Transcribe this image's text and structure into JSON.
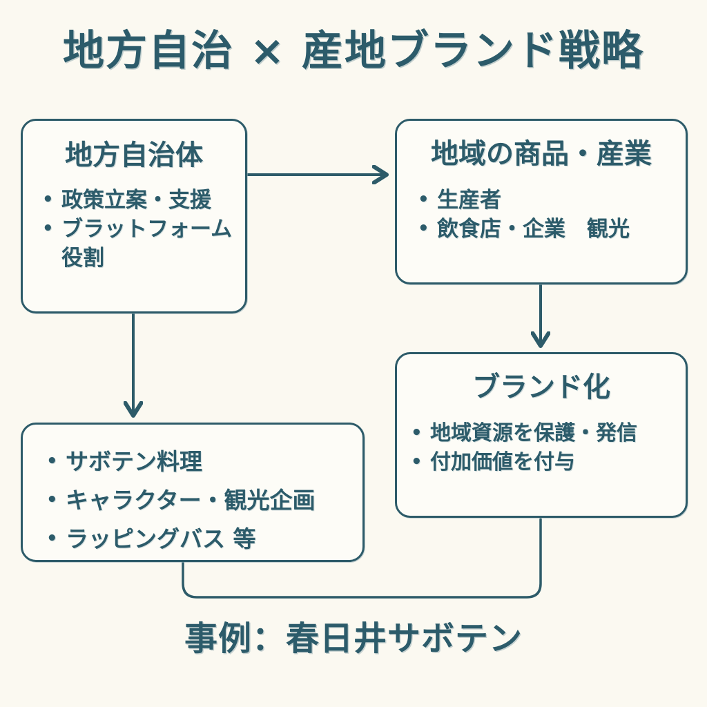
{
  "meta": {
    "background_color": "#fbf9f1",
    "accent_color": "#2c5b6a",
    "box_fill_color": "#fdfcf7"
  },
  "title": "地方自治 × 産地ブランド戦略",
  "footer_caption": "事例：春日井サボテン",
  "nodes": {
    "municipality": {
      "title": "地方自治体",
      "bullets": [
        "政策立案・支援",
        "ブラットフォーム",
        "役割"
      ]
    },
    "products": {
      "title": "地域の商品・産業",
      "bullets": [
        "生産者",
        "飲食店・企業　観光"
      ]
    },
    "branding": {
      "title": "ブランド化",
      "bullets": [
        "地域資源を保護・発信",
        "付加価値を付与"
      ]
    },
    "examples": {
      "title": "",
      "bullets": [
        "サボテン料理",
        "キャラクター・観光企画",
        "ラッピングバス 等"
      ]
    }
  },
  "connectors": [
    {
      "name": "municipality-to-products",
      "from": "municipality",
      "to": "products",
      "style": "arrow-right"
    },
    {
      "name": "products-to-branding",
      "from": "products",
      "to": "branding",
      "style": "arrow-down"
    },
    {
      "name": "municipality-to-examples",
      "from": "municipality",
      "to": "examples",
      "style": "arrow-down"
    },
    {
      "name": "examples-branding-join",
      "from": "examples",
      "to": "branding",
      "style": "bracket-join"
    }
  ]
}
